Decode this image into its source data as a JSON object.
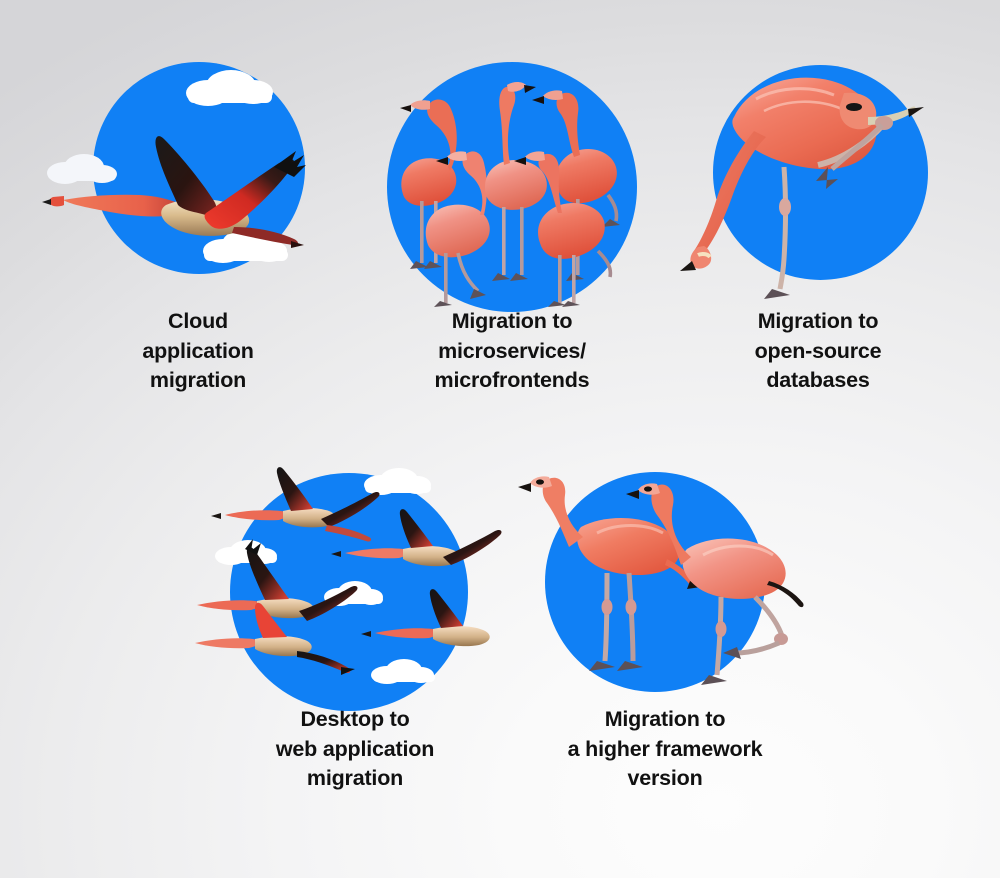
{
  "slide": {
    "background_start": "#d5d5d8",
    "background_end": "#fdfdfd",
    "disc_color": "#1080f5",
    "caption_color": "#111111"
  },
  "items": [
    {
      "id": "cloud-application-migration",
      "caption": "Cloud\napplication\nmigration",
      "artwork": "flying-flamingo-with-clouds-icon",
      "disc_color": "#1080f5"
    },
    {
      "id": "migration-to-microservices",
      "caption": "Migration to\nmicroservices/\nmicrofrontends",
      "artwork": "flamingo-flock-standing-icon",
      "disc_color": "#1080f5"
    },
    {
      "id": "migration-to-open-source-databases",
      "caption": "Migration to\nopen-source\ndatabases",
      "artwork": "preening-flamingo-icon",
      "disc_color": "#1080f5"
    },
    {
      "id": "desktop-to-web-application-migration",
      "caption": "Desktop to\nweb application\nmigration",
      "artwork": "flying-flamingo-flock-with-clouds-icon",
      "disc_color": "#1080f5"
    },
    {
      "id": "migration-to-a-higher-framework-version",
      "caption": "Migration to\na higher framework\nversion",
      "artwork": "two-standing-flamingos-icon",
      "disc_color": "#1080f5"
    }
  ]
}
